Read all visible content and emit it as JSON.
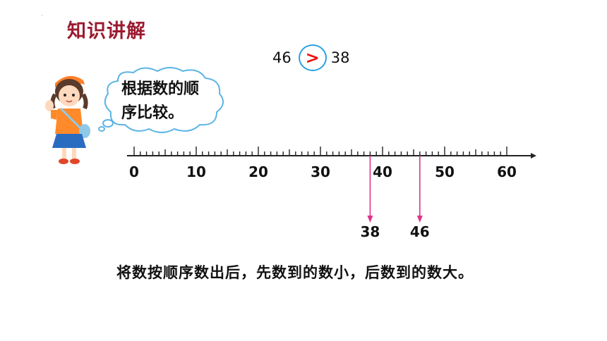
{
  "slide": {
    "title": "知识讲解",
    "corner_mark": "·"
  },
  "comparison": {
    "left": "46",
    "sign": ">",
    "right": "38"
  },
  "speech_bubble": {
    "line1": "根据数的顺",
    "line2": "序比较。"
  },
  "number_line": {
    "start": 0,
    "end": 60,
    "minor_step": 1,
    "tick_labels": [
      "0",
      "10",
      "20",
      "30",
      "40",
      "50",
      "60"
    ],
    "markers": [
      {
        "value": 38,
        "label": "38"
      },
      {
        "value": 46,
        "label": "46"
      }
    ],
    "marker_color": "#e0328a"
  },
  "statement": "将数按顺序数出后，先数到的数小，后数到的数大。"
}
